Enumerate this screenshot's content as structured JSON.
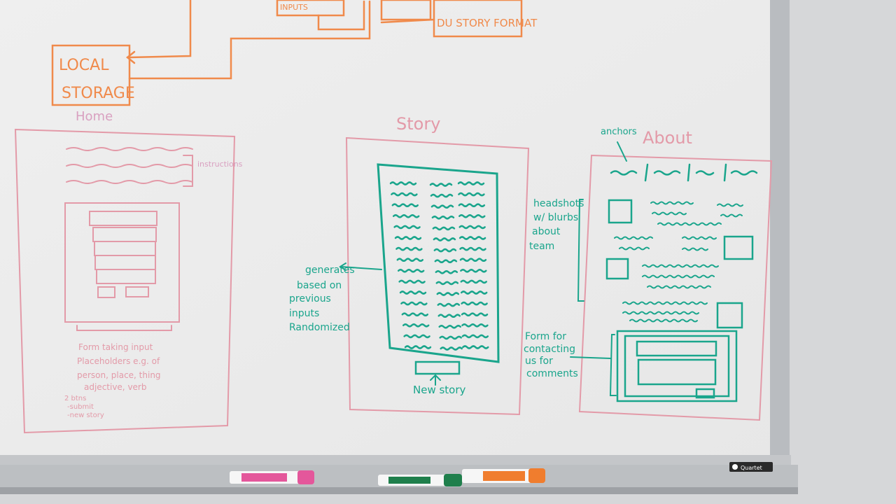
{
  "colors": {
    "board": "#ececec",
    "wall": "#d6d7d9",
    "frame": "#b9bcc0",
    "orange": "#f08a4b",
    "pink": "#e39aa8",
    "green": "#1aa58c"
  },
  "top_flow": {
    "boxes": [
      "INPUTS",
      "DU STORY FORMAT"
    ],
    "local_storage": [
      "LOCAL",
      "STORAGE"
    ]
  },
  "home": {
    "title": "Home",
    "instructions_label": "instructions",
    "notes": [
      "Form taking input",
      "Placeholders e.g. of",
      "person, place, thing",
      "adjective, verb",
      "2 btns",
      "-submit",
      "-new story"
    ]
  },
  "story": {
    "title": "Story",
    "left_note": [
      "generates",
      "based on",
      "previous",
      "inputs",
      "Randomized"
    ],
    "button_label": "New story"
  },
  "about": {
    "title": "About",
    "anchors_label": "anchors",
    "nav_items": [
      "m",
      "m",
      "m",
      "m"
    ],
    "headshots_note": [
      "headshots",
      "w/ blurbs",
      "about",
      "team"
    ],
    "form_note": [
      "Form for",
      "contacting",
      "us for",
      "comments"
    ]
  },
  "brand": {
    "label": "Quartet"
  }
}
